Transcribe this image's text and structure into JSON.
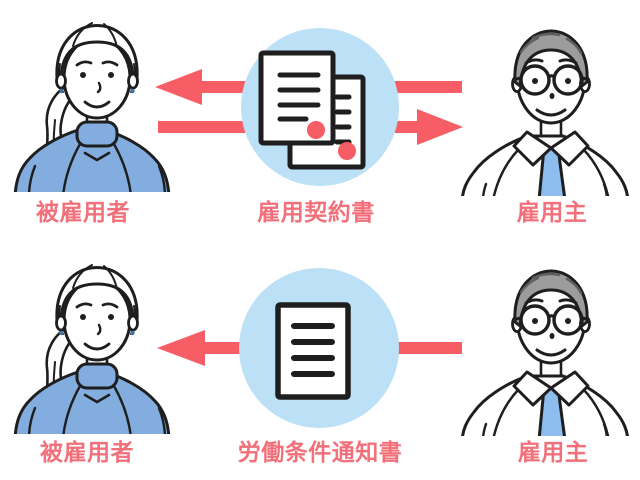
{
  "title": "employment-documents-flow-diagram",
  "colors": {
    "background": "#ffffff",
    "arrow_red": "#f75d64",
    "seal_red": "#f75d64",
    "circle_blue": "#bce0f5",
    "sweater_blue": "#82adde",
    "tie_blue": "#8fbcee",
    "hair_gray": "#9c9c9c",
    "outline_black": "#1e1e1e",
    "label_pink": "#f2707a"
  },
  "rows": [
    {
      "left_person": {
        "label": "被雇用者",
        "role": "employee"
      },
      "center": {
        "label": "雇用契約書",
        "icon": "two-documents-with-red-seals-icon",
        "document_count": 2
      },
      "right_person": {
        "label": "雇用主",
        "role": "employer"
      },
      "arrows": [
        "left-toward-employee",
        "right-toward-employer"
      ]
    },
    {
      "left_person": {
        "label": "被雇用者",
        "role": "employee"
      },
      "center": {
        "label": "労働条件通知書",
        "icon": "single-document-icon",
        "document_count": 1
      },
      "right_person": {
        "label": "雇用主",
        "role": "employer"
      },
      "arrows": [
        "left-toward-employee"
      ]
    }
  ]
}
